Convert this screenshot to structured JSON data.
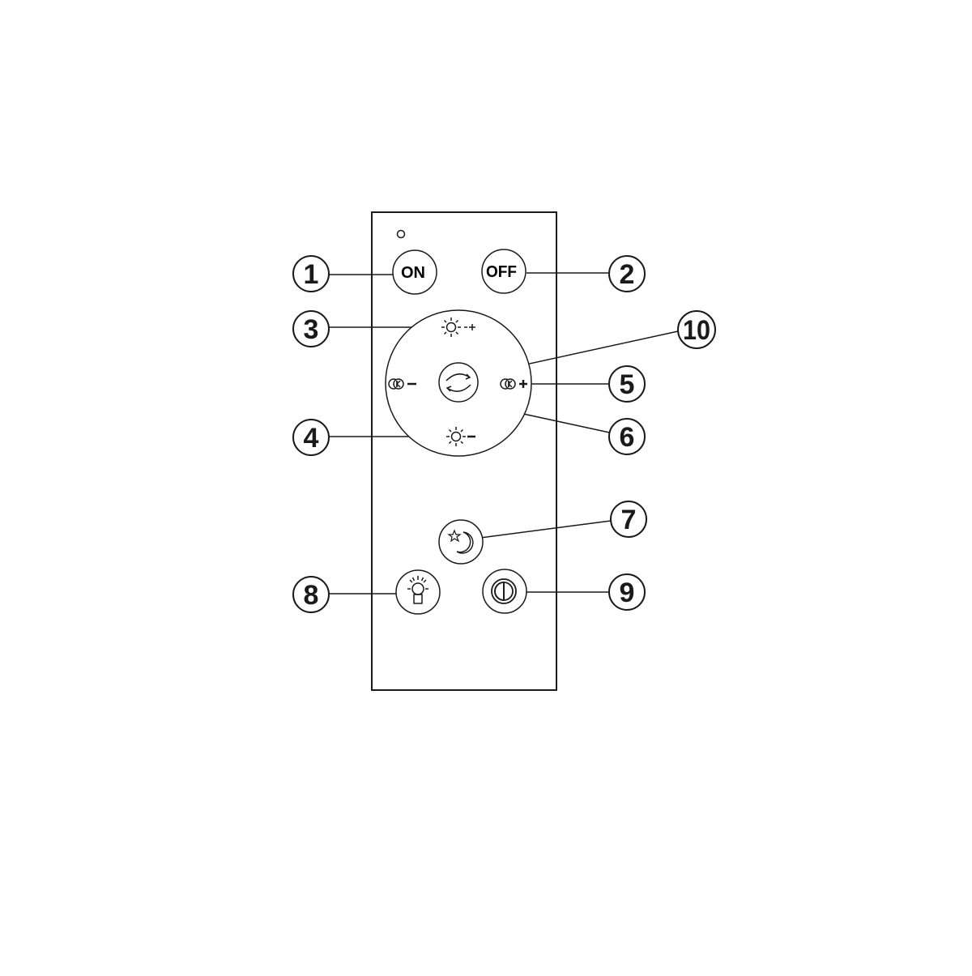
{
  "buttons": {
    "on_label": "ON",
    "off_label": "OFF"
  },
  "callouts": [
    {
      "number": "1",
      "target": "on-button"
    },
    {
      "number": "2",
      "target": "off-button"
    },
    {
      "number": "3",
      "target": "brightness-up-button"
    },
    {
      "number": "4",
      "target": "brightness-down-button"
    },
    {
      "number": "5",
      "target": "color-temp-up-button"
    },
    {
      "number": "6",
      "target": "color-temp-down-button"
    },
    {
      "number": "7",
      "target": "night-mode-button"
    },
    {
      "number": "8",
      "target": "full-bright-button"
    },
    {
      "number": "9",
      "target": "toggle-button"
    },
    {
      "number": "10",
      "target": "cycle-button"
    }
  ],
  "icons": {
    "indicator": "indicator-light-icon",
    "brightness_up": "sun-plus-icon",
    "brightness_down": "sun-minus-icon",
    "color_temp_up": "color-temp-plus-icon",
    "color_temp_down": "color-temp-minus-icon",
    "cycle": "cycle-arrows-icon",
    "night": "moon-star-icon",
    "full_bright": "lamp-rays-icon",
    "toggle": "half-circle-icon"
  },
  "colors": {
    "line": "#1a1a1a",
    "background": "#ffffff"
  }
}
